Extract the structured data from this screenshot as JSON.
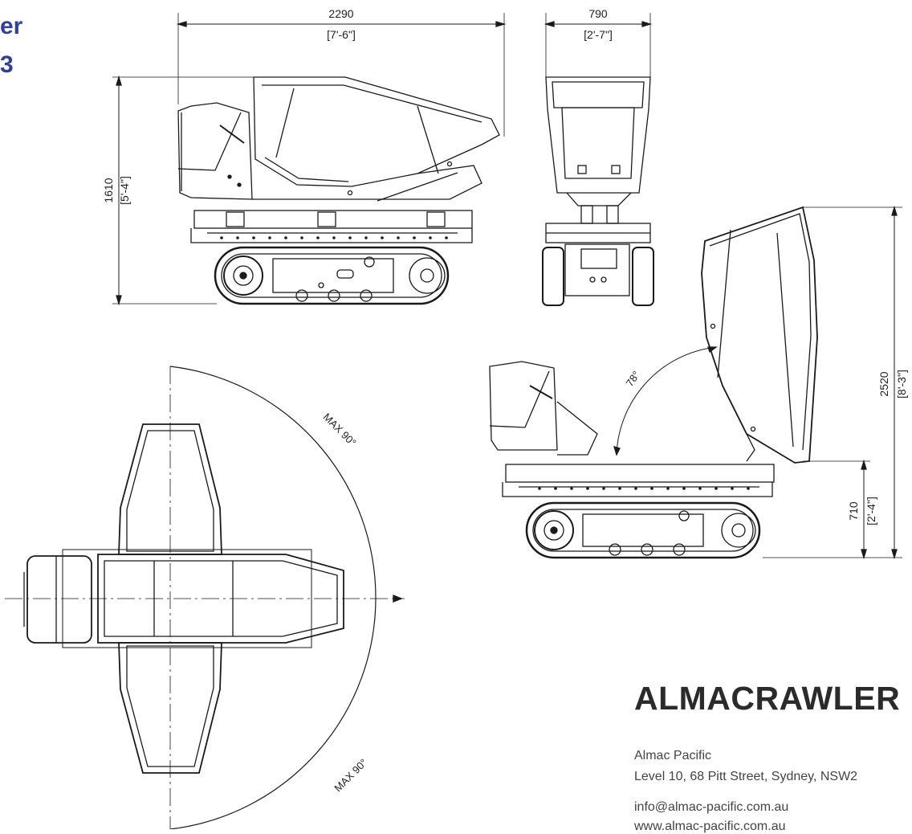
{
  "title": {
    "fragment_1": "er",
    "fragment_2": "3"
  },
  "dimensions": {
    "side_length": "2290",
    "side_length_imperial": "[7'-6\"]",
    "front_width": "790",
    "front_width_imperial": "[2'-7\"]",
    "side_height": "1610",
    "side_height_imperial": "[5'-4\"]",
    "dump_height": "2520",
    "dump_height_imperial": "[8'-3\"]",
    "platform_height": "710",
    "platform_height_imperial": "[2'-4\"]",
    "tip_angle": "78°",
    "rotation_max_upper": "MAX 90°",
    "rotation_max_lower": "MAX 90°"
  },
  "brand": {
    "logo": "ALMACRAWLER",
    "company": "Almac Pacific",
    "address": "Level 10, 68 Pitt Street, Sydney, NSW2",
    "email": "info@almac-pacific.com.au",
    "website": "www.almac-pacific.com.au"
  }
}
